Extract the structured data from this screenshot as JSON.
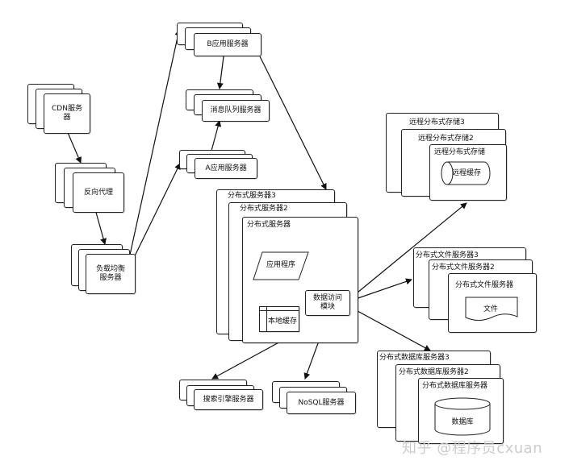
{
  "nodes": {
    "cdn": "CDN服务\n器",
    "reverse_proxy": "反向代理",
    "load_balancer": "负载均衡\n服务器",
    "app_b": "B应用服务器",
    "mq": "消息队列服务器",
    "app_a": "A应用服务器",
    "dist_server_3": "分布式服务器3",
    "dist_server_2": "分布式服务器2",
    "dist_server_1": "分布式服务器",
    "app_program": "应用程序",
    "data_access": "数据访问\n模块",
    "local_cache": "本地缓存",
    "remote_store_3": "远程分布式存储3",
    "remote_store_2": "远程分布式存储2",
    "remote_store_1": "远程分布式存储",
    "remote_cache": "远程缓存",
    "file_server_3": "分布式文件服务器3",
    "file_server_2": "分布式文件服务器2",
    "file_server_1": "分布式文件服务器",
    "file": "文件",
    "db_server_3": "分布式数据库服务器3",
    "db_server_2": "分布式数据库服务器2",
    "db_server_1": "分布式数据库服务器",
    "database": "数据库",
    "search_engine": "搜索引擎服务器",
    "nosql": "NoSQL服务器"
  },
  "watermark": "知乎 @程序员cxuan"
}
